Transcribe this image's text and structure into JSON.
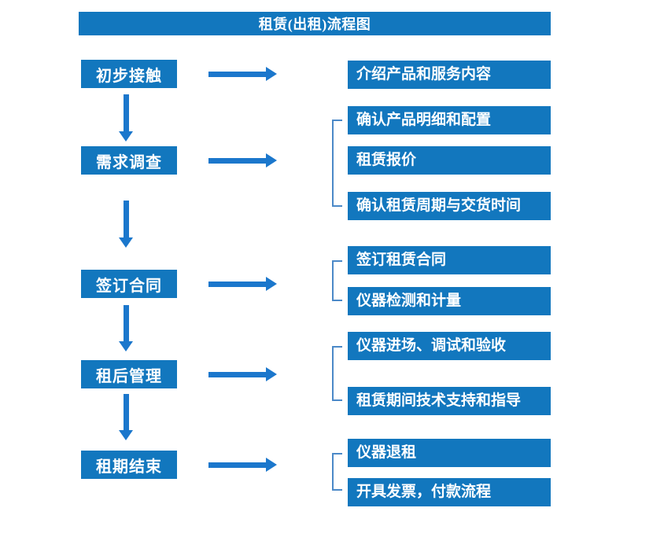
{
  "title": "租赁(出租)流程图",
  "colors": {
    "box_blue": "#1277BE",
    "arrow_blue": "#1B77CC",
    "bracket_blue": "#4B89C8",
    "text_white": "#FFFFFF",
    "background": "#FFFFFF"
  },
  "steps": [
    {
      "label": "初步接触",
      "details": [
        "介绍产品和服务内容"
      ]
    },
    {
      "label": "需求调查",
      "details": [
        "确认产品明细和配置",
        "租赁报价",
        "确认租赁周期与交货时间"
      ]
    },
    {
      "label": "签订合同",
      "details": [
        "签订租赁合同",
        "仪器检测和计量"
      ]
    },
    {
      "label": "租后管理",
      "details": [
        "仪器进场、调试和验收",
        "租赁期间技术支持和指导"
      ]
    },
    {
      "label": "租期结束",
      "details": [
        "仪器退租",
        "开具发票，付款流程"
      ]
    }
  ]
}
